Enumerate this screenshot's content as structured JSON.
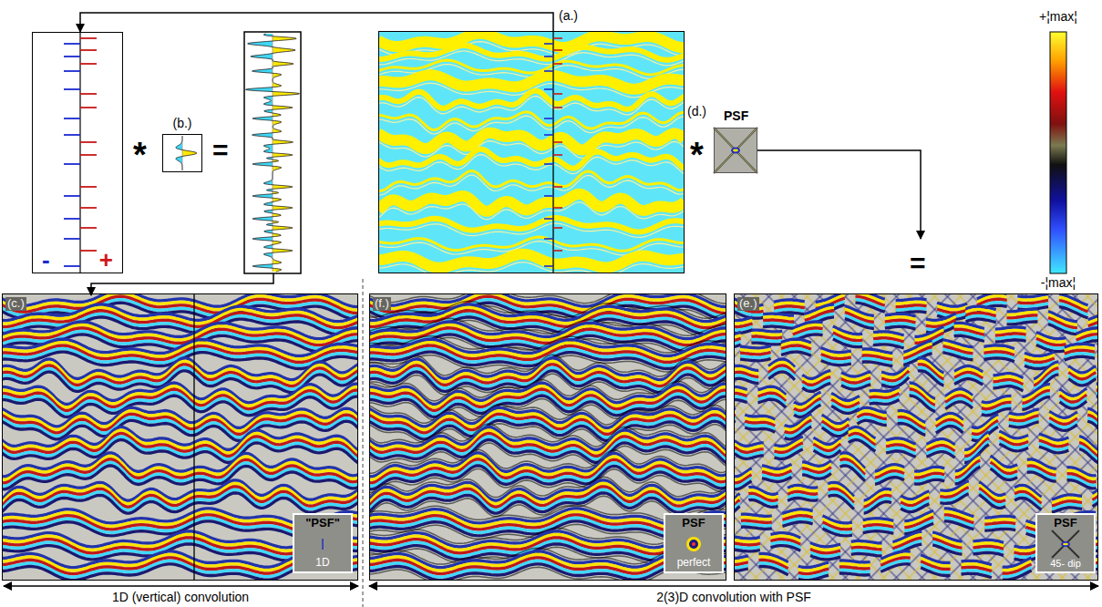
{
  "diagram": {
    "nodes": [
      {
        "text": [
          "-",
          "+"
        ]
      },
      {
        "text": [
          "(b.)"
        ]
      },
      {
        "text": [
          "(a.)"
        ]
      },
      {
        "text": [
          "(d.)",
          "PSF"
        ]
      },
      {
        "text": [
          "(c.)"
        ]
      },
      {
        "text": [
          "\"PSF\"",
          "1D"
        ],
        "in": 4
      },
      {
        "text": [
          "(f.)"
        ]
      },
      {
        "text": [
          "PSF",
          "perfect"
        ],
        "in": 6
      },
      {
        "text": [
          "(e.)"
        ]
      },
      {
        "text": [
          "PSF",
          "45- dip"
        ],
        "in": 8
      }
    ],
    "edges": [
      {
        "from": 2,
        "to": 0,
        "arrow": "to"
      }
    ],
    "labels": [
      "*",
      "=",
      "*",
      "=",
      "+¦max¦",
      "-¦max¦",
      "1D (vertical) convolution",
      "2(3)D convolution with PSF"
    ]
  }
}
